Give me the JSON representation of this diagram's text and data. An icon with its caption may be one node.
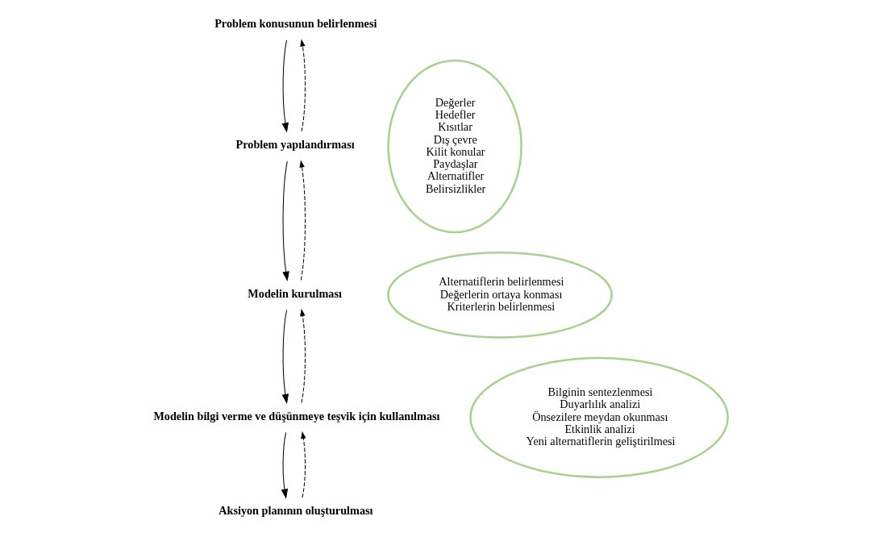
{
  "diagram": {
    "nodes": [
      {
        "text": [
          "Problem konusunun belirlenmesi"
        ]
      },
      {
        "text": [
          "Problem yapılandırması"
        ]
      },
      {
        "text": [
          "Modelin kurulması"
        ]
      },
      {
        "text": [
          "Modelin bilgi verme ve düşünmeye teşvik için kullanılması"
        ]
      },
      {
        "text": [
          "Aksiyon planının oluşturulması"
        ]
      },
      {
        "text": [
          "Değerler",
          "Hedefler",
          "Kısıtlar",
          "Dış çevre",
          "Kilit konular",
          "Paydaşlar",
          "Alternatifler",
          "Belirsizlikler"
        ]
      },
      {
        "text": [
          "Alternatiflerin belirlenmesi",
          "Değerlerin ortaya konması",
          "Kriterlerin belirlenmesi"
        ]
      },
      {
        "text": [
          "Bilginin sentezlenmesi",
          "Duyarlılık analizi",
          "Önsezilere meydan okunması",
          "Etkinlik analizi",
          "Yeni alternatiflerin geliştirilmesi"
        ]
      }
    ],
    "edges": [
      {
        "from": 0,
        "to": 1,
        "arrow": "to"
      },
      {
        "from": 1,
        "to": 2,
        "arrow": "to"
      },
      {
        "from": 2,
        "to": 3,
        "arrow": "to"
      },
      {
        "from": 3,
        "to": 4,
        "arrow": "to"
      },
      {
        "from": 1,
        "to": 0,
        "arrow": "to",
        "style": "dashed"
      },
      {
        "from": 2,
        "to": 1,
        "arrow": "to",
        "style": "dashed"
      },
      {
        "from": 3,
        "to": 2,
        "arrow": "to",
        "style": "dashed"
      },
      {
        "from": 4,
        "to": 3,
        "arrow": "to",
        "style": "dashed"
      }
    ]
  }
}
